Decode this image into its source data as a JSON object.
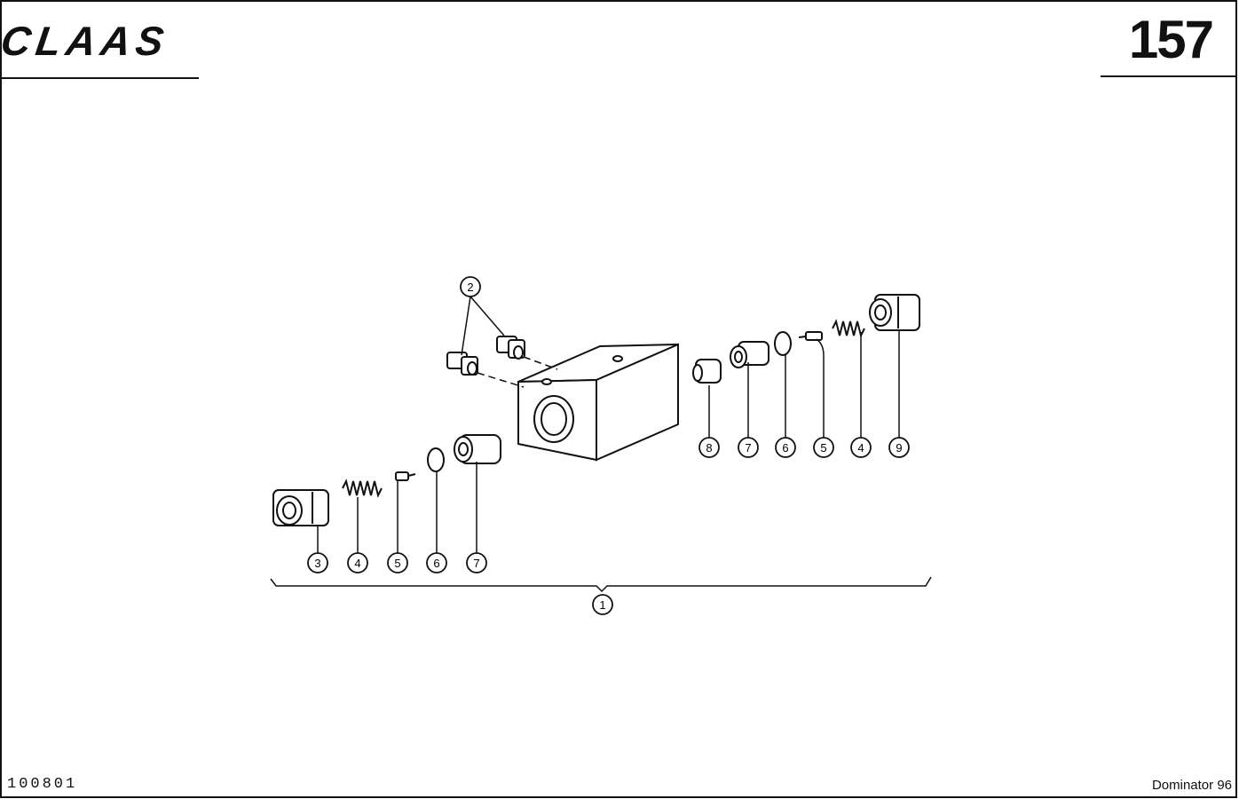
{
  "header": {
    "logo_text": "CLAAS",
    "page_number": "157"
  },
  "footer": {
    "doc_code": "100801",
    "model": "Dominator 96"
  },
  "callouts": {
    "assembly": "1",
    "fittings": "2",
    "plug_left": "3",
    "spring": "4",
    "pin": "5",
    "o_ring": "6",
    "valve_seat": "7",
    "sleeve": "8",
    "plug_right": "9"
  }
}
